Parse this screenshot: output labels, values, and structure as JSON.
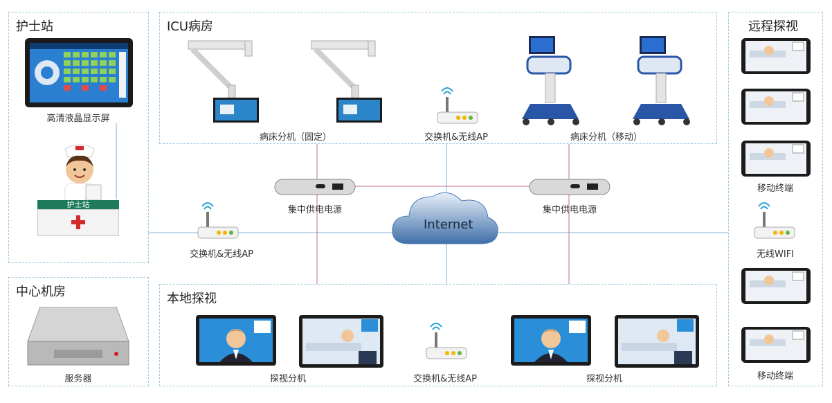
{
  "zones": {
    "nurse_station": "护士站",
    "icu_ward": "ICU病房",
    "remote_visit": "远程探视",
    "data_center": "中心机房",
    "local_visit": "本地探视"
  },
  "labels": {
    "hd_lcd": "高清液晶显示屏",
    "nurse_desk_sign": "护士站",
    "bed_unit_fixed": "病床分机（固定）",
    "bed_unit_mobile": "病床分机（移动）",
    "icu_switch_ap": "交换机&无线AP",
    "power_left": "集中供电电源",
    "power_right": "集中供电电源",
    "internet": "Internet",
    "mid_switch_ap": "交换机&无线AP",
    "mobile_terminal_1": "移动终端",
    "wireless_wifi": "无线WIFI",
    "mobile_terminal_2": "移动终端",
    "server": "服务器",
    "visit_unit_left": "探视分机",
    "local_switch_ap": "交换机&无线AP",
    "visit_unit_right": "探视分机"
  },
  "colors": {
    "zone_border": "#9cc8e0",
    "blue_line": "#7fb0d8",
    "pink_line": "#c06a9a",
    "cloud": "#3f6fa8",
    "device_blue": "#1e6fb8"
  }
}
